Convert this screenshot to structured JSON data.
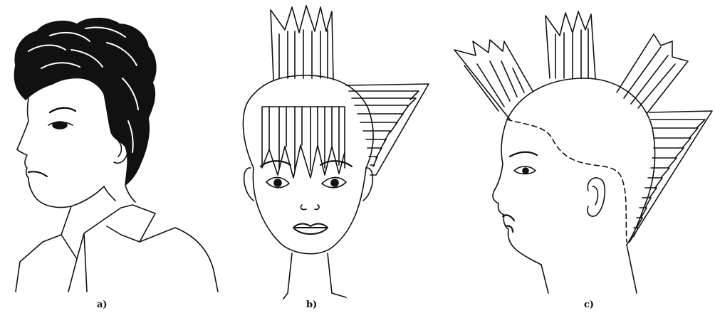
{
  "figure": {
    "panels": [
      {
        "label": "a)"
      },
      {
        "label": "b)"
      },
      {
        "label": "c)"
      }
    ]
  },
  "colors": {
    "ink": "#111111",
    "paper": "#ffffff"
  }
}
